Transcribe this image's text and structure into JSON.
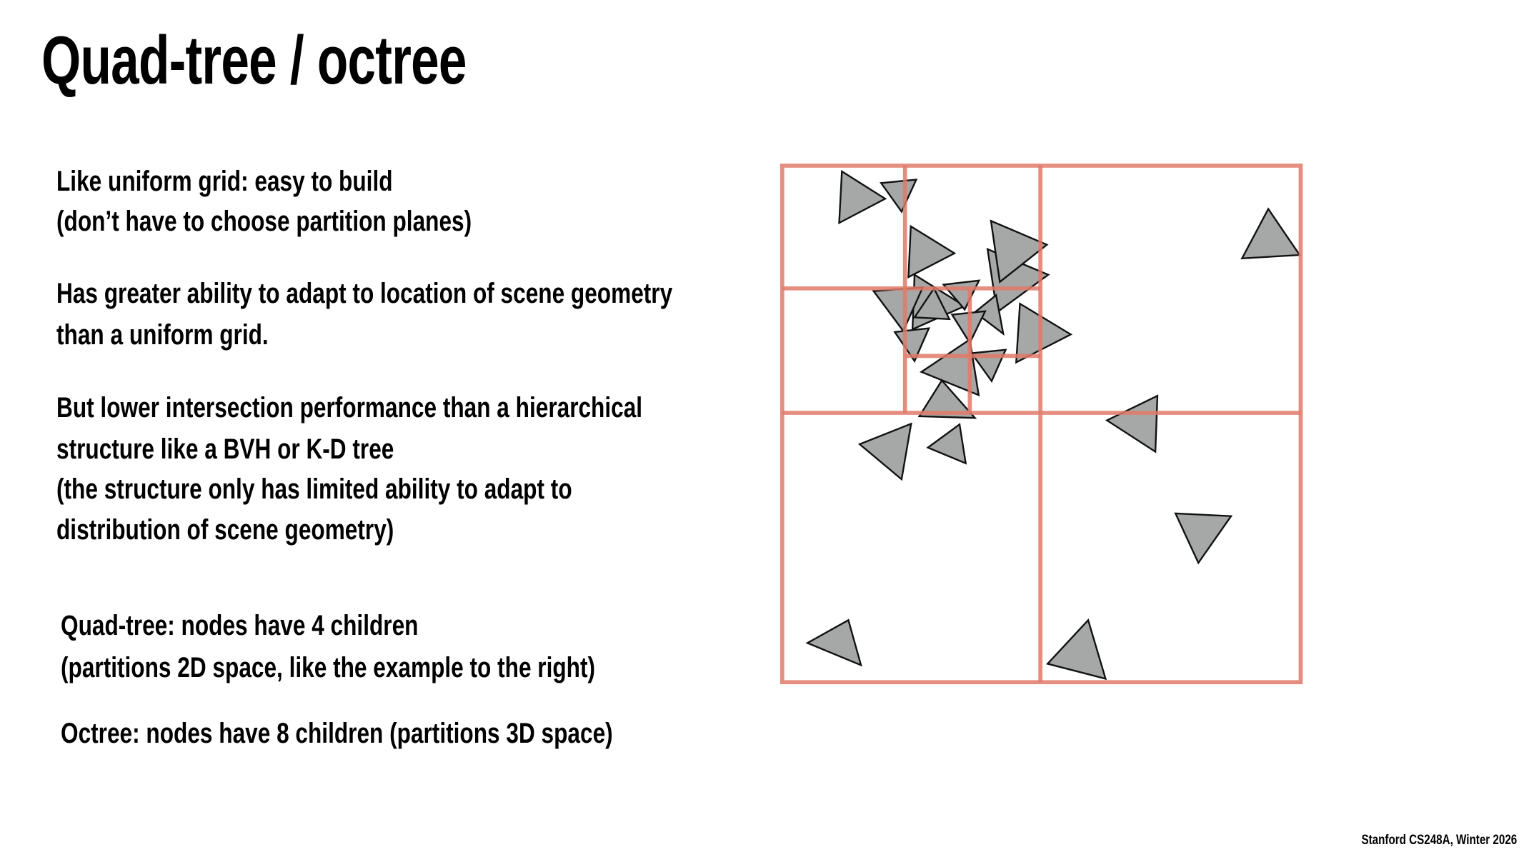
{
  "title": "Quad-tree / octree",
  "paragraphs": [
    {
      "lines": [
        "Like uniform grid: easy to build",
        "(don’t have to choose partition planes)"
      ]
    },
    {
      "lines": [
        "Has greater ability to adapt to location of scene geometry",
        "than a uniform grid."
      ]
    },
    {
      "lines": [
        "But lower intersection performance than a hierarchical",
        "structure like a BVH or K-D tree",
        "(the structure only has limited ability to adapt to",
        "distribution of scene geometry)"
      ]
    },
    {
      "lines": [
        "Quad-tree: nodes have 4 children",
        "(partitions 2D space, like the example to the right)"
      ]
    },
    {
      "lines": [
        "Octree: nodes have 8 children (partitions 3D space)"
      ]
    }
  ],
  "footer": "Stanford CS248A, Winter 2026",
  "colors": {
    "grid": "#e07a6a",
    "triangle_fill": "#a5a8a7",
    "triangle_stroke": "#111111"
  }
}
